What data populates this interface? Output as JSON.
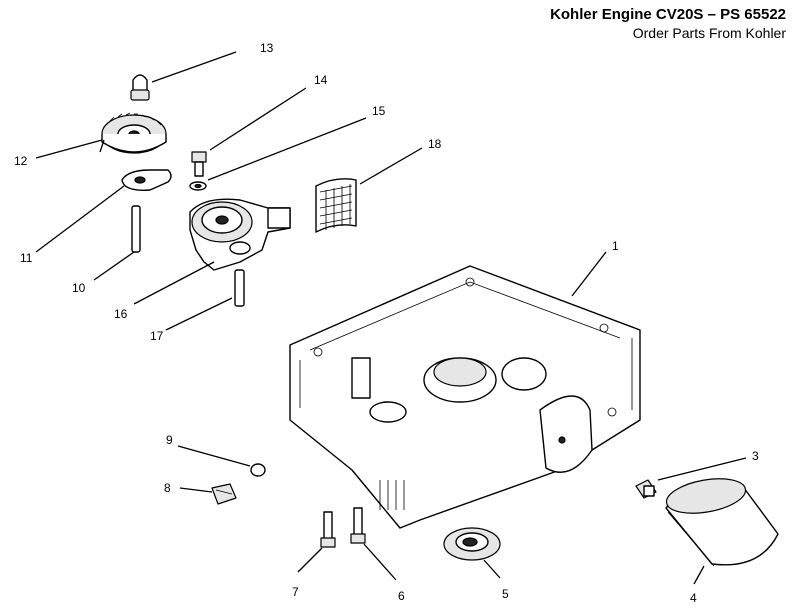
{
  "header": {
    "title": "Kohler Engine CV20S  –  PS 65522",
    "subtitle": "Order Parts From Kohler"
  },
  "callouts": [
    {
      "id": "1",
      "label": "1"
    },
    {
      "id": "3",
      "label": "3"
    },
    {
      "id": "4",
      "label": "4"
    },
    {
      "id": "5",
      "label": "5"
    },
    {
      "id": "6",
      "label": "6"
    },
    {
      "id": "7",
      "label": "7"
    },
    {
      "id": "8",
      "label": "8"
    },
    {
      "id": "9",
      "label": "9"
    },
    {
      "id": "10",
      "label": "10"
    },
    {
      "id": "11",
      "label": "11"
    },
    {
      "id": "12",
      "label": "12"
    },
    {
      "id": "13",
      "label": "13"
    },
    {
      "id": "14",
      "label": "14"
    },
    {
      "id": "15",
      "label": "15"
    },
    {
      "id": "16",
      "label": "16"
    },
    {
      "id": "17",
      "label": "17"
    },
    {
      "id": "18",
      "label": "18"
    }
  ]
}
